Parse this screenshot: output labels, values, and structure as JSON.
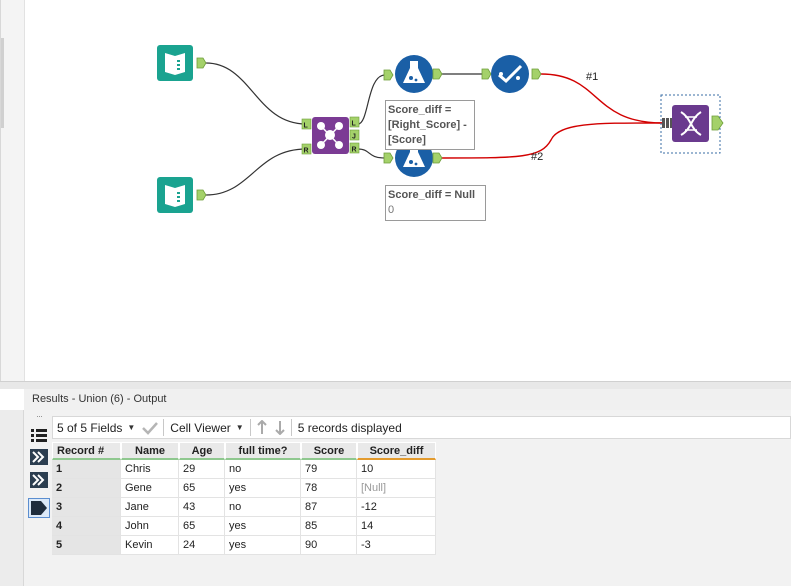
{
  "canvas": {
    "formula_top_label": {
      "field": "Score_diff =",
      "expr_line1": "[Right_Score] -",
      "expr_line2": "[Score]"
    },
    "formula_bottom_label": {
      "field": "Score_diff = Null",
      "value": "0"
    },
    "join_anchors": {
      "left_in": "L",
      "right_in": "R",
      "left_out": "L",
      "join_out": "J",
      "right_out": "R"
    },
    "connection_labels": {
      "first": "#1",
      "second": "#2"
    },
    "colors": {
      "input": "#1aa390",
      "formula": "#1a5fa6",
      "join": "#7b3b94",
      "union": "#6a3a8e",
      "anchor": "#a4d16a",
      "wire": "#333333",
      "wire_selected": "#d20000"
    },
    "icons": [
      "book-input-icon",
      "book-input-icon",
      "join-icon",
      "formula-flask-icon",
      "formula-flask-icon",
      "select-check-icon",
      "union-dna-icon"
    ]
  },
  "results": {
    "header": "Results - Union (6) - Output",
    "toolbar": {
      "fields": "5 of 5 Fields",
      "viewer": "Cell Viewer",
      "records": "5 records displayed"
    },
    "columns": [
      "Record #",
      "Name",
      "Age",
      "full time?",
      "Score",
      "Score_diff"
    ],
    "rows": [
      [
        "1",
        "Chris",
        "29",
        "no",
        "79",
        "10"
      ],
      [
        "2",
        "Gene",
        "65",
        "yes",
        "78",
        "[Null]"
      ],
      [
        "3",
        "Jane",
        "43",
        "no",
        "87",
        "-12"
      ],
      [
        "4",
        "John",
        "65",
        "yes",
        "85",
        "14"
      ],
      [
        "5",
        "Kevin",
        "24",
        "yes",
        "90",
        "-3"
      ]
    ]
  }
}
